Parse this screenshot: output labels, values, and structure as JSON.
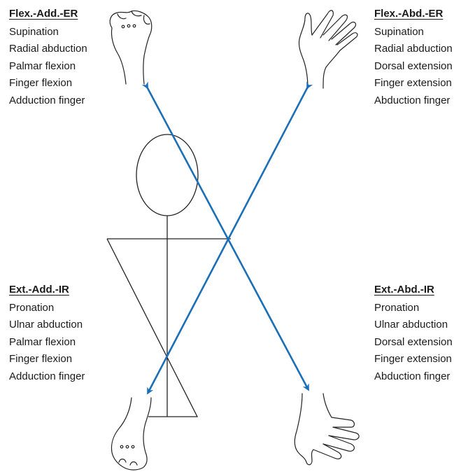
{
  "colors": {
    "arrow": "#1a6fb8",
    "line": "#222222"
  },
  "blocks": {
    "top_left": {
      "heading": "Flex.-Add.-ER",
      "items": [
        "Supination",
        "Radial abduction",
        "Palmar flexion",
        "Finger flexion",
        "Adduction finger"
      ]
    },
    "top_right": {
      "heading": "Flex.-Abd.-ER",
      "items": [
        "Supination",
        "Radial abduction",
        "Dorsal extension",
        "Finger extension",
        "Abduction finger"
      ]
    },
    "bottom_left": {
      "heading": "Ext.-Add.-IR",
      "items": [
        "Pronation",
        "Ulnar abduction",
        "Palmar flexion",
        "Finger flexion",
        "Adduction finger"
      ]
    },
    "bottom_right": {
      "heading": "Ext.-Abd.-IR",
      "items": [
        "Pronation",
        "Ulnar abduction",
        "Dorsal extension",
        "Finger extension",
        "Abduction finger"
      ]
    }
  },
  "icons": {
    "top_left": "fist-hand-icon",
    "top_right": "open-hand-icon",
    "bottom_left": "fist-hand-icon",
    "bottom_right": "open-hand-icon"
  }
}
